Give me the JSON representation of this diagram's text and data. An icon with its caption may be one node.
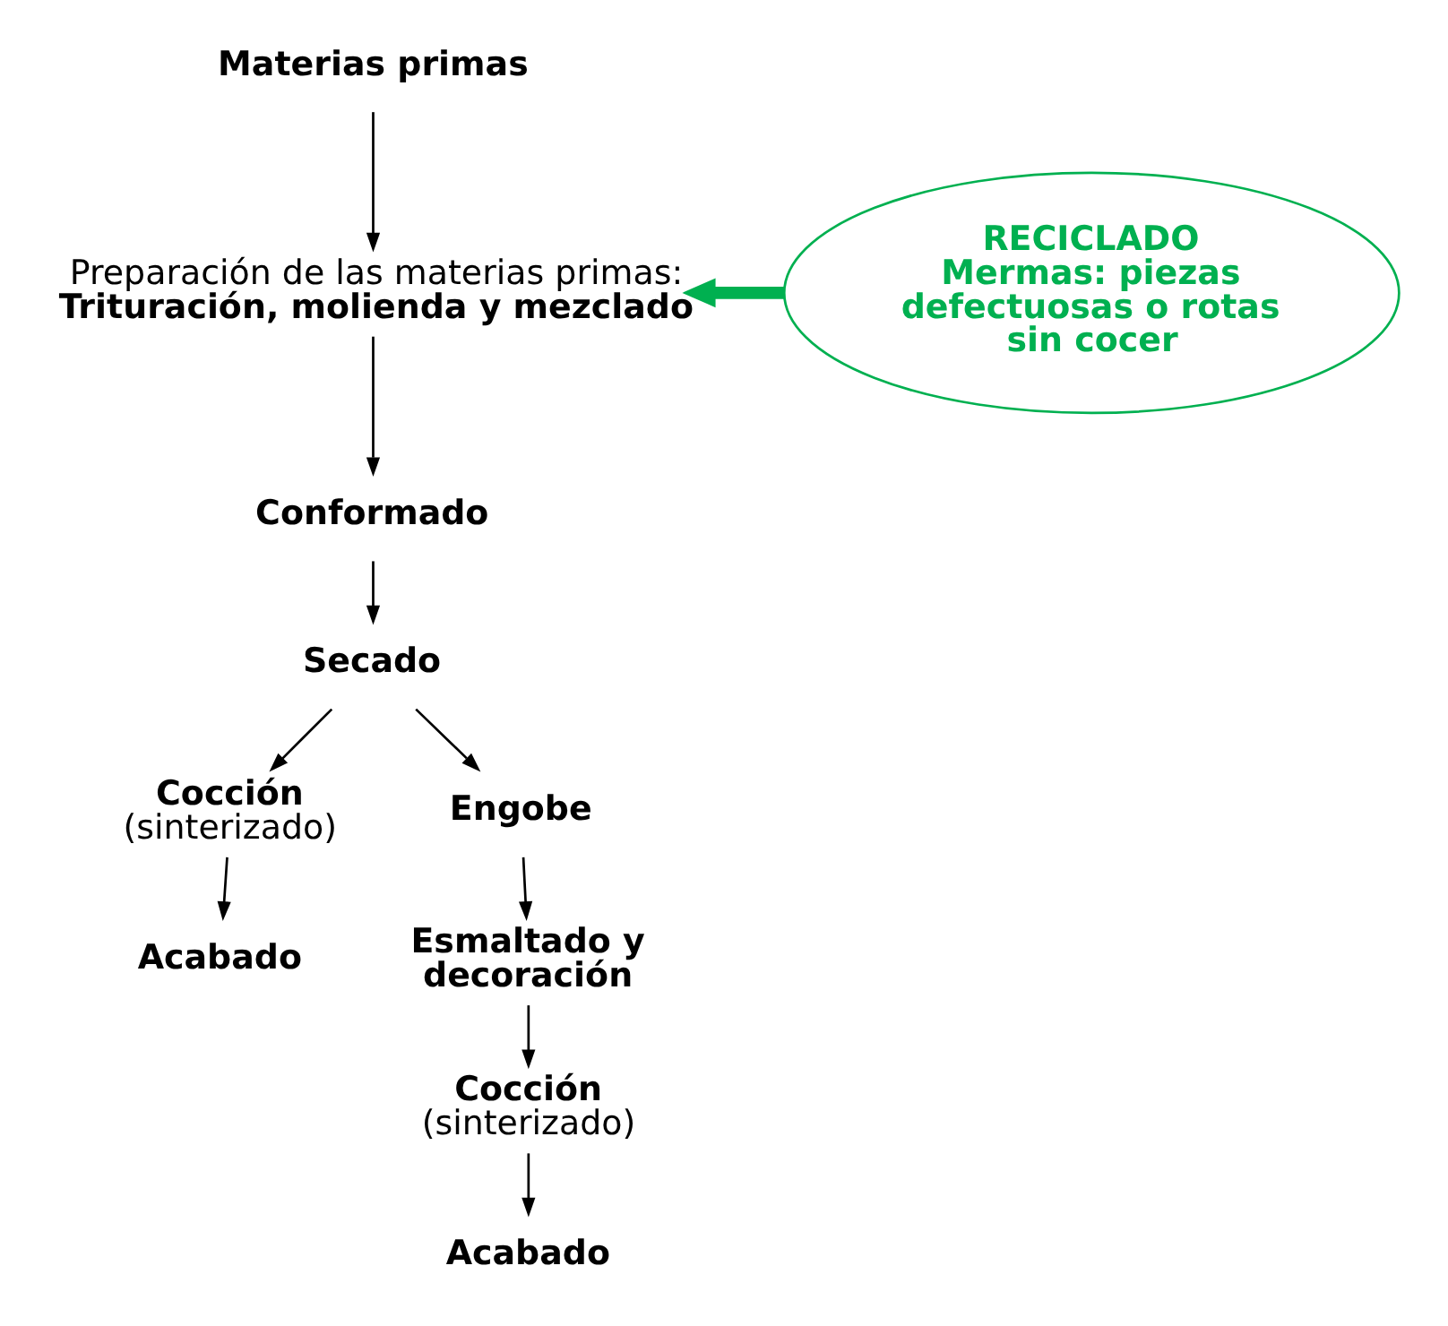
{
  "diagram": {
    "nodes": [
      {
        "text": [
          "Materias primas"
        ]
      },
      {
        "text": [
          "Preparación de las materias primas:",
          "Trituración, molienda y mezclado"
        ]
      },
      {
        "text": [
          "Conformado"
        ]
      },
      {
        "text": [
          "Secado"
        ]
      },
      {
        "text": [
          "Cocción",
          "(sinterizado)"
        ]
      },
      {
        "text": [
          "Engobe"
        ]
      },
      {
        "text": [
          "Acabado"
        ]
      },
      {
        "text": [
          "Esmaltado y decoración"
        ]
      },
      {
        "text": [
          "Cocción",
          "(sinterizado)"
        ]
      },
      {
        "text": [
          "Acabado"
        ]
      },
      {
        "text": [
          "RECICLADO",
          "Mermas: piezas defectuosas o rotas sin cocer"
        ]
      }
    ],
    "edges": [
      {
        "from": 0,
        "to": 1,
        "arrow": "to"
      },
      {
        "from": 1,
        "to": 2,
        "arrow": "to"
      },
      {
        "from": 2,
        "to": 3,
        "arrow": "to"
      },
      {
        "from": 3,
        "to": 4,
        "arrow": "to"
      },
      {
        "from": 3,
        "to": 5,
        "arrow": "to"
      },
      {
        "from": 4,
        "to": 6,
        "arrow": "to"
      },
      {
        "from": 5,
        "to": 7,
        "arrow": "to"
      },
      {
        "from": 7,
        "to": 8,
        "arrow": "to"
      },
      {
        "from": 8,
        "to": 9,
        "arrow": "to"
      },
      {
        "from": 10,
        "to": 1,
        "arrow": "to",
        "style": "thick",
        "color": "#00b050"
      }
    ]
  }
}
